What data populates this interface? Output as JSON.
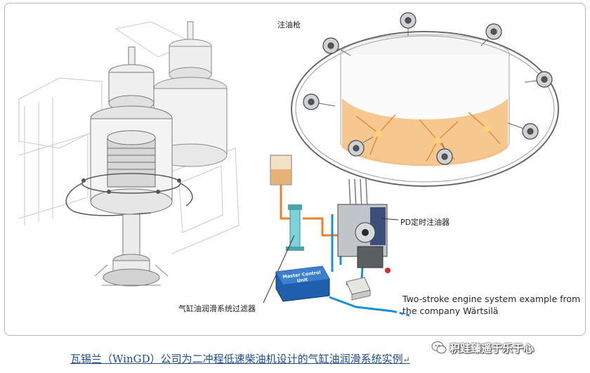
{
  "labels": {
    "injector": "注油枪",
    "pd_lubricator": "PD定时注油器",
    "filter": "气缸油润滑系统过滤器"
  },
  "note": {
    "line1": "Two-stroke engine system example from",
    "line2": "the company Wärtsilä"
  },
  "box_labels": {
    "master_control": "Master Control Unit"
  },
  "caption": {
    "text": "瓦锡兰（WinGD）公司为二冲程低速柴油机设计的气缸油润滑系统实例",
    "return_mark": "↵"
  },
  "watermark": {
    "text": "积跬臻遥于乐于心",
    "icon": "wechat-icon"
  },
  "colors": {
    "oil_line": "#1a8fd8",
    "heat": "#f2a24a",
    "caption": "#1f4e8a"
  }
}
